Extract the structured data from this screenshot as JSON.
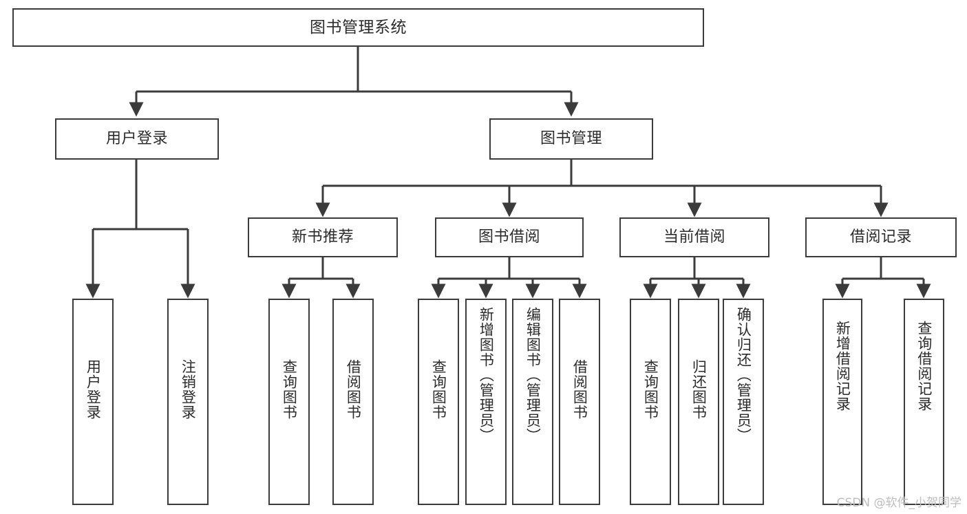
{
  "diagram": {
    "title": "图书管理系统",
    "type": "hierarchy-tree",
    "stroke_color": "#3b3b3b",
    "text_color": "#2b2b2b",
    "background_color": "#ffffff",
    "root": {
      "id": "root",
      "label": "图书管理系统",
      "orientation": "horizontal"
    },
    "level1": [
      {
        "id": "user-login",
        "label": "用户登录",
        "orientation": "horizontal"
      },
      {
        "id": "book-manage",
        "label": "图书管理",
        "orientation": "horizontal"
      }
    ],
    "level2": [
      {
        "id": "new-book-recommend",
        "label": "新书推荐",
        "orientation": "horizontal",
        "parent": "book-manage"
      },
      {
        "id": "book-borrow",
        "label": "图书借阅",
        "orientation": "horizontal",
        "parent": "book-manage"
      },
      {
        "id": "current-borrow",
        "label": "当前借阅",
        "orientation": "horizontal",
        "parent": "book-manage"
      },
      {
        "id": "borrow-record",
        "label": "借阅记录",
        "orientation": "horizontal",
        "parent": "book-manage"
      }
    ],
    "leaves": [
      {
        "id": "leaf-user-login",
        "label": "用户登录",
        "orientation": "vertical",
        "parent": "user-login"
      },
      {
        "id": "leaf-logout",
        "label": "注销登录",
        "orientation": "vertical",
        "parent": "user-login"
      },
      {
        "id": "leaf-query-book-1",
        "label": "查询图书",
        "orientation": "vertical",
        "parent": "new-book-recommend"
      },
      {
        "id": "leaf-borrow-book-1",
        "label": "借阅图书",
        "orientation": "vertical",
        "parent": "new-book-recommend"
      },
      {
        "id": "leaf-query-book-2",
        "label": "查询图书",
        "orientation": "vertical",
        "parent": "book-borrow"
      },
      {
        "id": "leaf-add-book",
        "label": "新增图书（管理员）",
        "orientation": "vertical",
        "parent": "book-borrow"
      },
      {
        "id": "leaf-edit-book",
        "label": "编辑图书（管理员）",
        "orientation": "vertical",
        "parent": "book-borrow"
      },
      {
        "id": "leaf-borrow-book-2",
        "label": "借阅图书",
        "orientation": "vertical",
        "parent": "book-borrow"
      },
      {
        "id": "leaf-query-book-3",
        "label": "查询图书",
        "orientation": "vertical",
        "parent": "current-borrow"
      },
      {
        "id": "leaf-return-book",
        "label": "归还图书",
        "orientation": "vertical",
        "parent": "current-borrow"
      },
      {
        "id": "leaf-confirm-return",
        "label": "确认归还（管理员）",
        "orientation": "vertical",
        "parent": "current-borrow"
      },
      {
        "id": "leaf-add-record",
        "label": "新增借阅记录",
        "orientation": "vertical",
        "parent": "borrow-record"
      },
      {
        "id": "leaf-query-record",
        "label": "查询借阅记录",
        "orientation": "vertical",
        "parent": "borrow-record"
      }
    ]
  },
  "watermark": {
    "text": "CSDN @软件_小贺同学"
  }
}
